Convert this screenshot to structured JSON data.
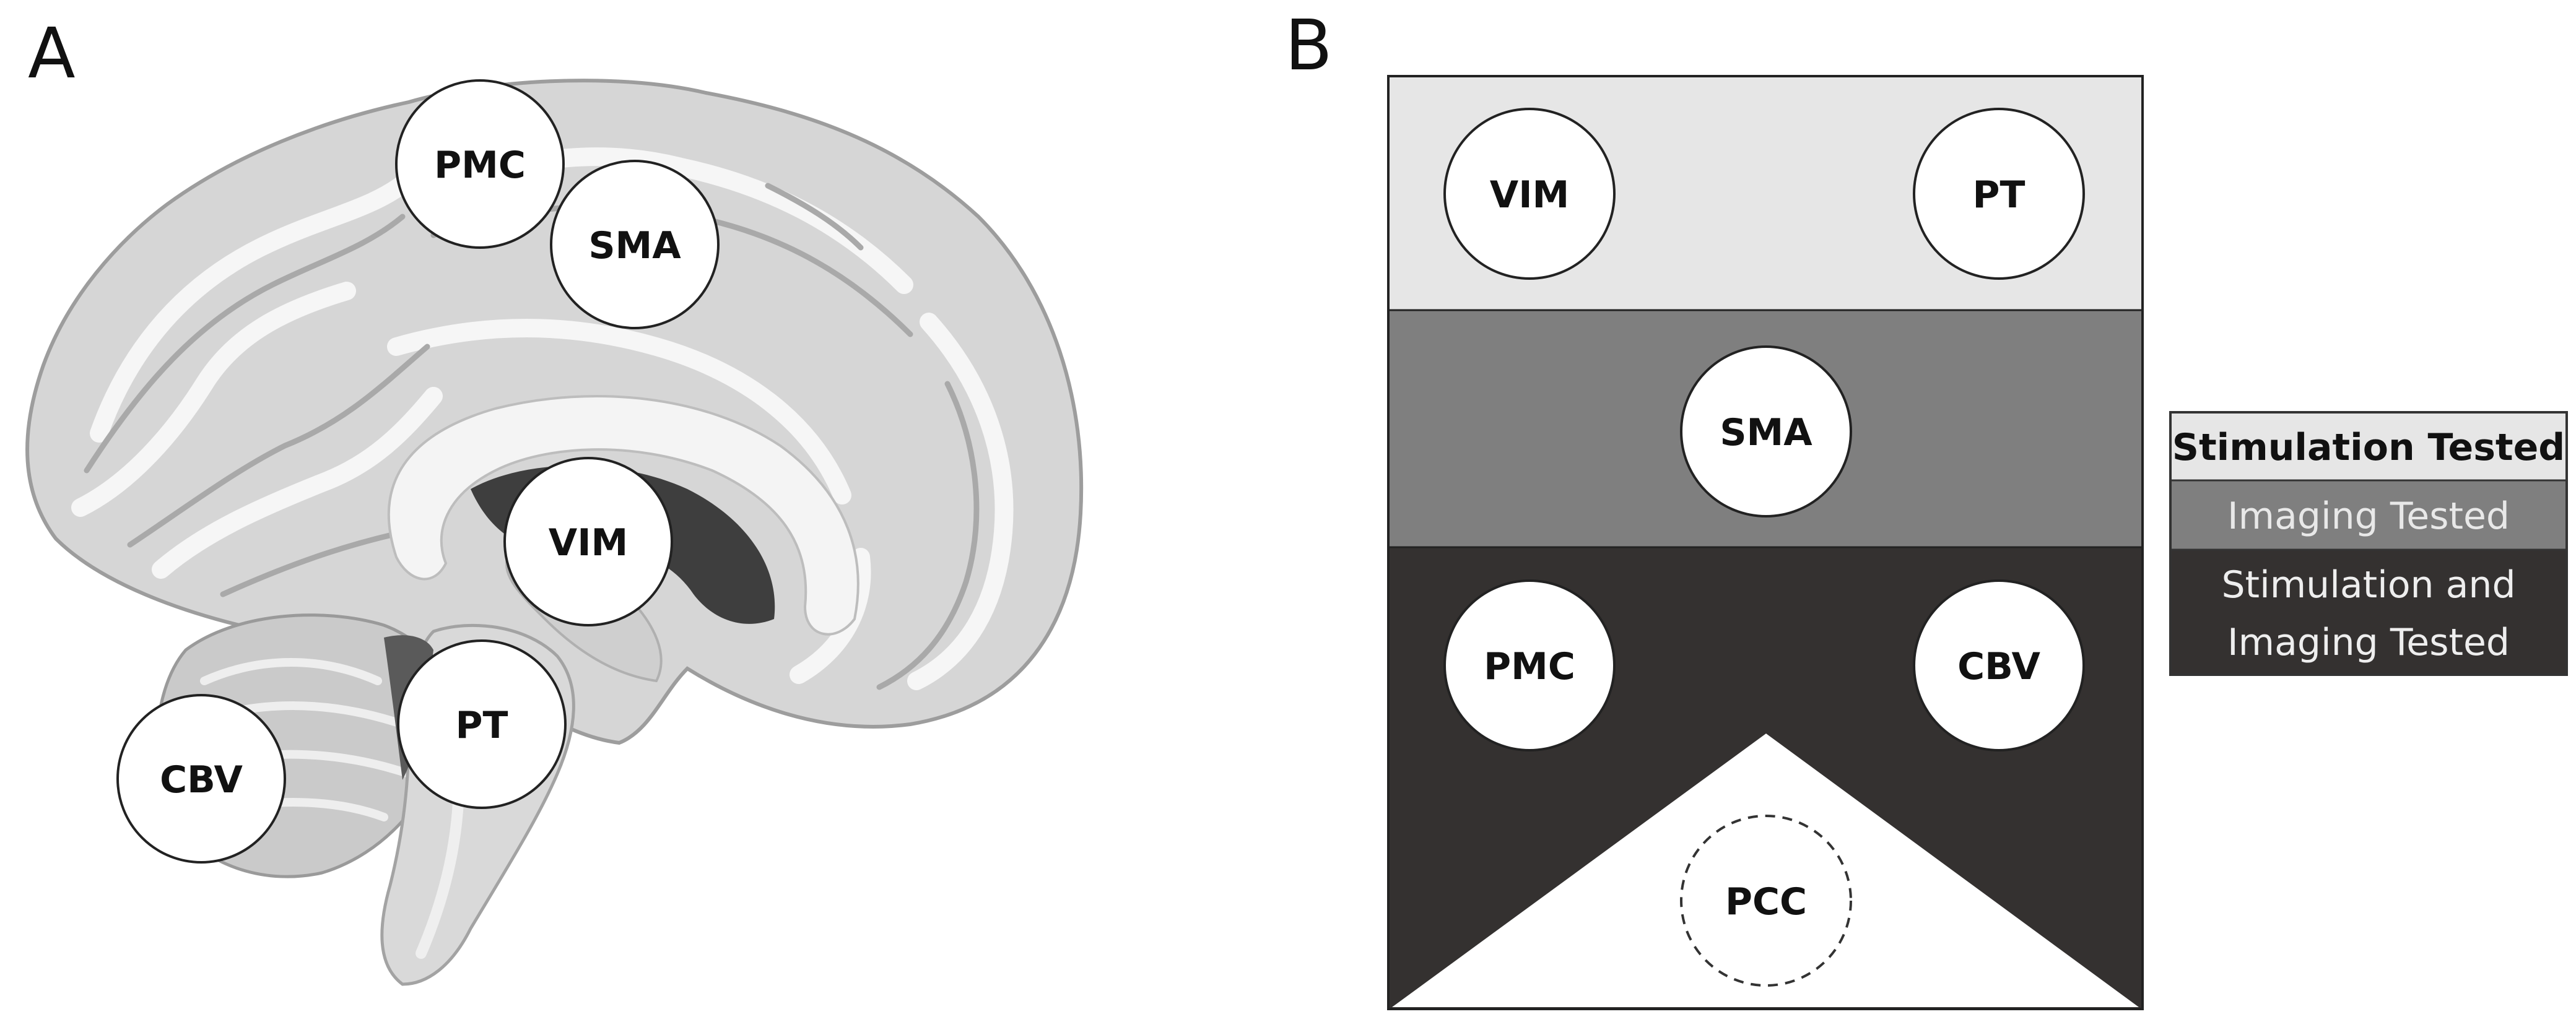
{
  "panels": {
    "a_label": "A",
    "b_label": "B"
  },
  "panel_a": {
    "regions": {
      "pmc": "PMC",
      "sma": "SMA",
      "vim": "VIM",
      "pt": "PT",
      "cbv": "CBV"
    }
  },
  "panel_b": {
    "tiers": {
      "top": {
        "left": "VIM",
        "right": "PT"
      },
      "middle": {
        "center": "SMA"
      },
      "bottom": {
        "left": "PMC",
        "right": "CBV",
        "apex": "PCC"
      }
    },
    "colors": {
      "stimulation_tested": "#e6e6e6",
      "imaging_tested": "#7f7f7f",
      "stimulation_and_imaging_tested": "#343130"
    }
  },
  "legend": {
    "stimulation_tested": "Stimulation Tested",
    "imaging_tested": "Imaging Tested",
    "stim_and_imaging_line1": "Stimulation and",
    "stim_and_imaging_line2": "Imaging Tested"
  }
}
